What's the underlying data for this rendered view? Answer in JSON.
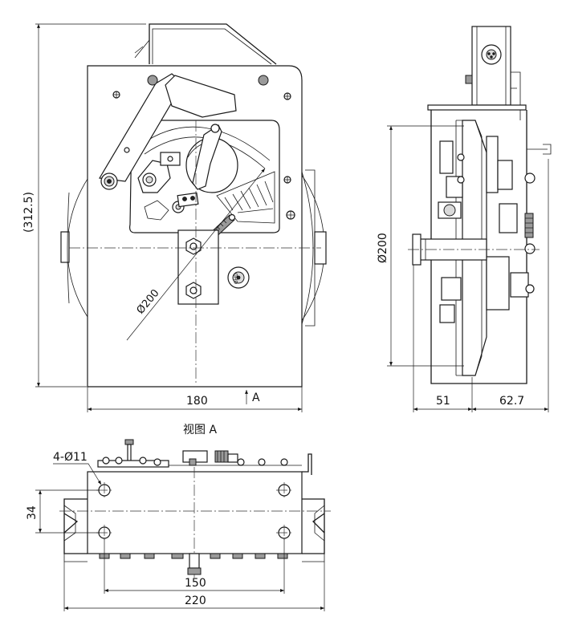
{
  "front_view": {
    "height_dim": "(312.5)",
    "width_dim": "180",
    "diameter_label": "Ø200",
    "view_arrow_label": "A"
  },
  "side_view": {
    "diameter_label": "Ø200",
    "dim_left": "51",
    "dim_right": "62.7"
  },
  "bottom_view": {
    "title": "视图 A",
    "holes_label": "4-Ø11",
    "hole_spacing_vertical": "34",
    "hole_spacing_horizontal": "150",
    "overall_width": "220"
  }
}
